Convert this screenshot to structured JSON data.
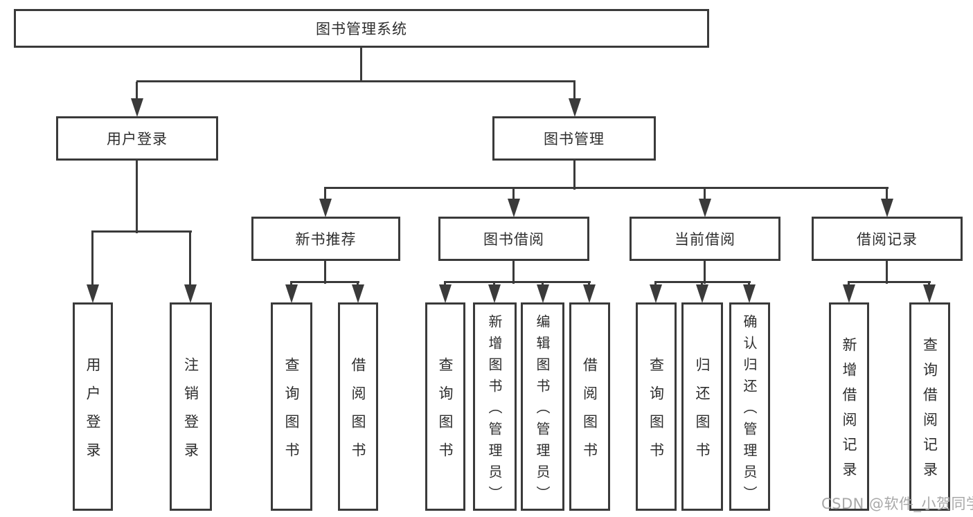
{
  "diagram": {
    "title": "图书管理系统",
    "level2": [
      {
        "label": "用户登录"
      },
      {
        "label": "图书管理"
      }
    ],
    "level3": [
      {
        "label": "新书推荐",
        "parent": "图书管理"
      },
      {
        "label": "图书借阅",
        "parent": "图书管理"
      },
      {
        "label": "当前借阅",
        "parent": "图书管理"
      },
      {
        "label": "借阅记录",
        "parent": "图书管理"
      }
    ],
    "leaves": [
      {
        "label": "用户登录",
        "parent": "用户登录"
      },
      {
        "label": "注销登录",
        "parent": "用户登录"
      },
      {
        "label": "查询图书",
        "parent": "新书推荐"
      },
      {
        "label": "借阅图书",
        "parent": "新书推荐"
      },
      {
        "label": "查询图书",
        "parent": "图书借阅"
      },
      {
        "label": "新增图书（管理员）",
        "parent": "图书借阅"
      },
      {
        "label": "编辑图书（管理员）",
        "parent": "图书借阅"
      },
      {
        "label": "借阅图书",
        "parent": "图书借阅"
      },
      {
        "label": "查询图书",
        "parent": "当前借阅"
      },
      {
        "label": "归还图书",
        "parent": "当前借阅"
      },
      {
        "label": "确认归还（管理员）",
        "parent": "当前借阅"
      },
      {
        "label": "新增借阅记录",
        "parent": "借阅记录"
      },
      {
        "label": "查询借阅记录",
        "parent": "借阅记录"
      }
    ],
    "watermark": "CSDN @软件_小贺同学",
    "colors": {
      "line": "#3a3a3a",
      "text": "#2d2d2d",
      "watermark": "#a8a8a8",
      "background": "#ffffff"
    }
  }
}
